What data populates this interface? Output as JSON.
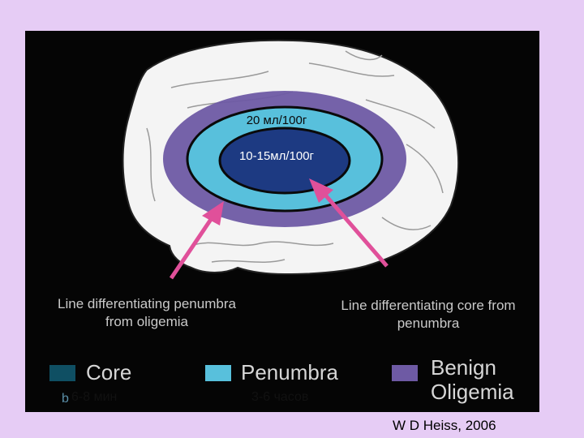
{
  "zones": {
    "penumbra_value": "20 мл/100г",
    "core_value": "10-15мл/100г"
  },
  "annotations": {
    "line_penumbra_oligemia": "Line differentiating penumbra\nfrom oligemia",
    "line_core_penumbra": "Line differentiating core from\npenumbra"
  },
  "legend": {
    "core": {
      "label": "Core",
      "color": "#0f4f63"
    },
    "penumbra": {
      "label": "Penumbra",
      "color": "#58c0dc"
    },
    "oligemia": {
      "label": "Benign\nOligemia",
      "color": "#6e5aa4"
    }
  },
  "timings": {
    "marker": "b",
    "core_time": "6-8 мин",
    "penumbra_time": "3-6 часов"
  },
  "credit": "W D Heiss, 2006",
  "colors": {
    "page_background": "#e6ccf5",
    "brain": "#f4f4f4",
    "core_inner": "#1d3a82",
    "arrow": "#e0509a"
  }
}
